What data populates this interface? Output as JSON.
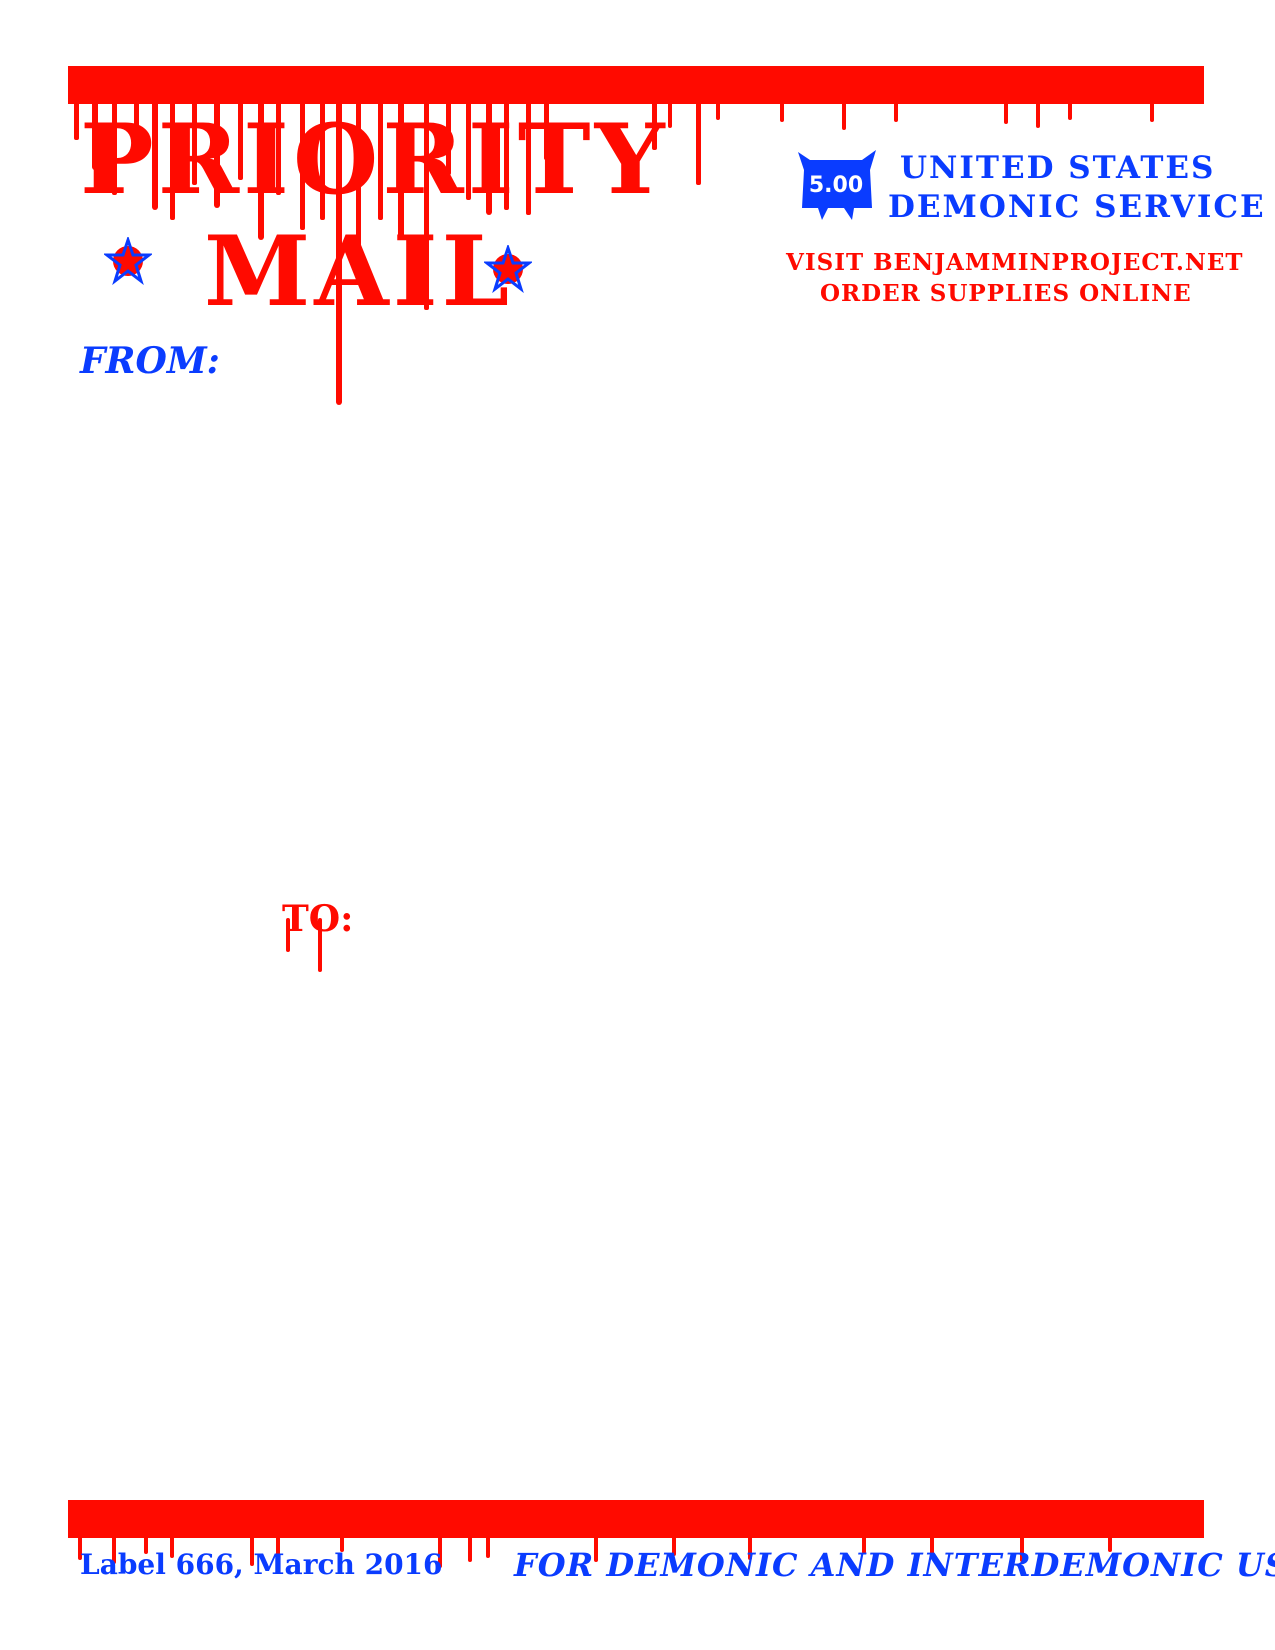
{
  "header": {
    "title_line1": "PRIORITY",
    "title_line2": "MAIL",
    "agency_line1": "UNITED STATES",
    "agency_line2": "DEMONIC SERVICE",
    "visit_text": "VISIT BENJAMMINPROJECT.NET",
    "order_text": "ORDER SUPPLIES ONLINE",
    "logo_text": "5.00"
  },
  "address": {
    "from_label": "FROM:",
    "to_label": "TO:"
  },
  "footer": {
    "label_text": "Label 666, March 2016",
    "use_text": "FOR DEMONIC AND INTERDEMONIC USE"
  },
  "colors": {
    "red": "#ff0a00",
    "blue": "#0a3cff",
    "background": "#ffffff"
  },
  "icons": [
    "pentagram-icon",
    "demon-stamp-logo"
  ]
}
